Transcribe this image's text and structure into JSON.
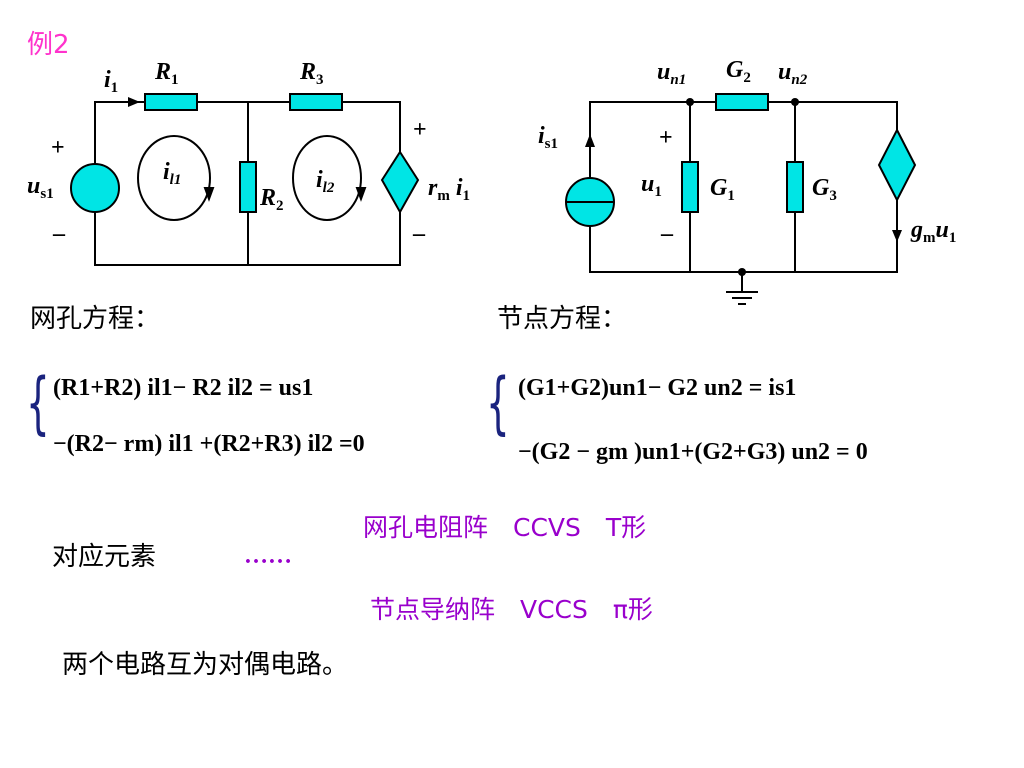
{
  "example_label": "例2",
  "mesh": {
    "labels": {
      "i1": "i",
      "i1_sub": "1",
      "R1": "R",
      "R1_sub": "1",
      "R3": "R",
      "R3_sub": "3",
      "R2": "R",
      "R2_sub": "2",
      "us1": "u",
      "us1_sub": "s1",
      "il1": "i",
      "il1_sub": "l1",
      "il2": "i",
      "il2_sub": "l2",
      "rm": "r",
      "rm_sub": "m",
      "rm_i": "i",
      "rm_i_sub": "1",
      "plus": "+",
      "minus": "–"
    }
  },
  "node": {
    "labels": {
      "un1": "u",
      "un1_sub": "n1",
      "un2": "u",
      "un2_sub": "n2",
      "G2": "G",
      "G2_sub": "2",
      "G1": "G",
      "G1_sub": "1",
      "G3": "G",
      "G3_sub": "3",
      "is1": "i",
      "is1_sub": "s1",
      "u1": "u",
      "u1_sub": "1",
      "gm": "g",
      "gm_sub": "m",
      "gm_u": "u",
      "gm_u_sub": "1",
      "plus": "+",
      "minus": "–"
    }
  },
  "headings": {
    "mesh": "网孔方程：",
    "node": "节点方程："
  },
  "equations": {
    "mesh": {
      "line1": "(R1+R2) il1− R2 il2 = us1",
      "line2": "−(R2− rm) il1 +(R2+R3) il2 =0"
    },
    "node": {
      "line1": "(G1+G2)un1− G2 un2 = is1",
      "line2": "−(G2 − gm )un1+(G2+G3) un2 = 0"
    }
  },
  "correspondence": {
    "label": "对应元素",
    "ellipsis": "……",
    "row1": "网孔电阻阵　CCVS　T形",
    "row2": "节点导纳阵　VCCS　π形"
  },
  "conclusion": "两个电路互为对偶电路。",
  "colors": {
    "component_fill": "#00e5e5",
    "line": "#000000",
    "title": "#ff33cc",
    "highlight": "#9900cc",
    "brace": "#1a237e"
  }
}
